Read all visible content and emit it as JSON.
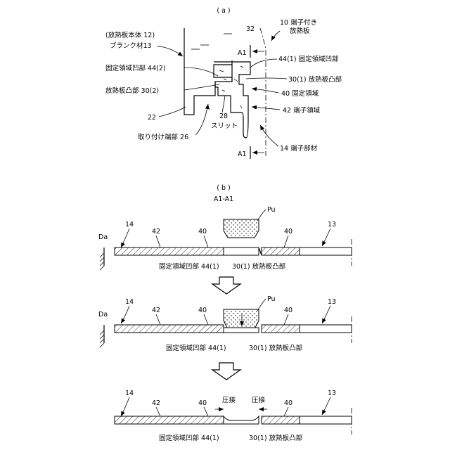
{
  "panel_a": {
    "caption": "( a )",
    "terminal_plate_label": [
      "10 端子付き",
      "放熱板"
    ],
    "ref_32": "32",
    "section_mark": "A1",
    "body_label": "(放熱板本体 12)",
    "blank_label": "ブランク材13",
    "recess_44_1": "44(1) 固定領域凹部",
    "recess_44_2": "固定領域凹部 44(2)",
    "boss_30_1": "30(1) 放熱板凸部",
    "boss_30_2": "放熱板凸部 30(2)",
    "fixed_region_40": "40 固定領域",
    "terminal_region_42": "42 端子領域",
    "ref_22": "22",
    "slit": [
      "28",
      "スリット"
    ],
    "mount_end": "取り付け端部 26",
    "terminal_member": "14 端子部材"
  },
  "panel_b": {
    "caption": "( b )",
    "section_title": "A1-A1",
    "ref_14": "14",
    "ref_42": "42",
    "ref_40": "40",
    "ref_13": "13",
    "ref_Da": "Da",
    "ref_Pu": "Pu",
    "label_44": "固定領域凹部 44(1)",
    "label_30": "30(1) 放熱板凸部",
    "pressure_weld": "圧接"
  }
}
